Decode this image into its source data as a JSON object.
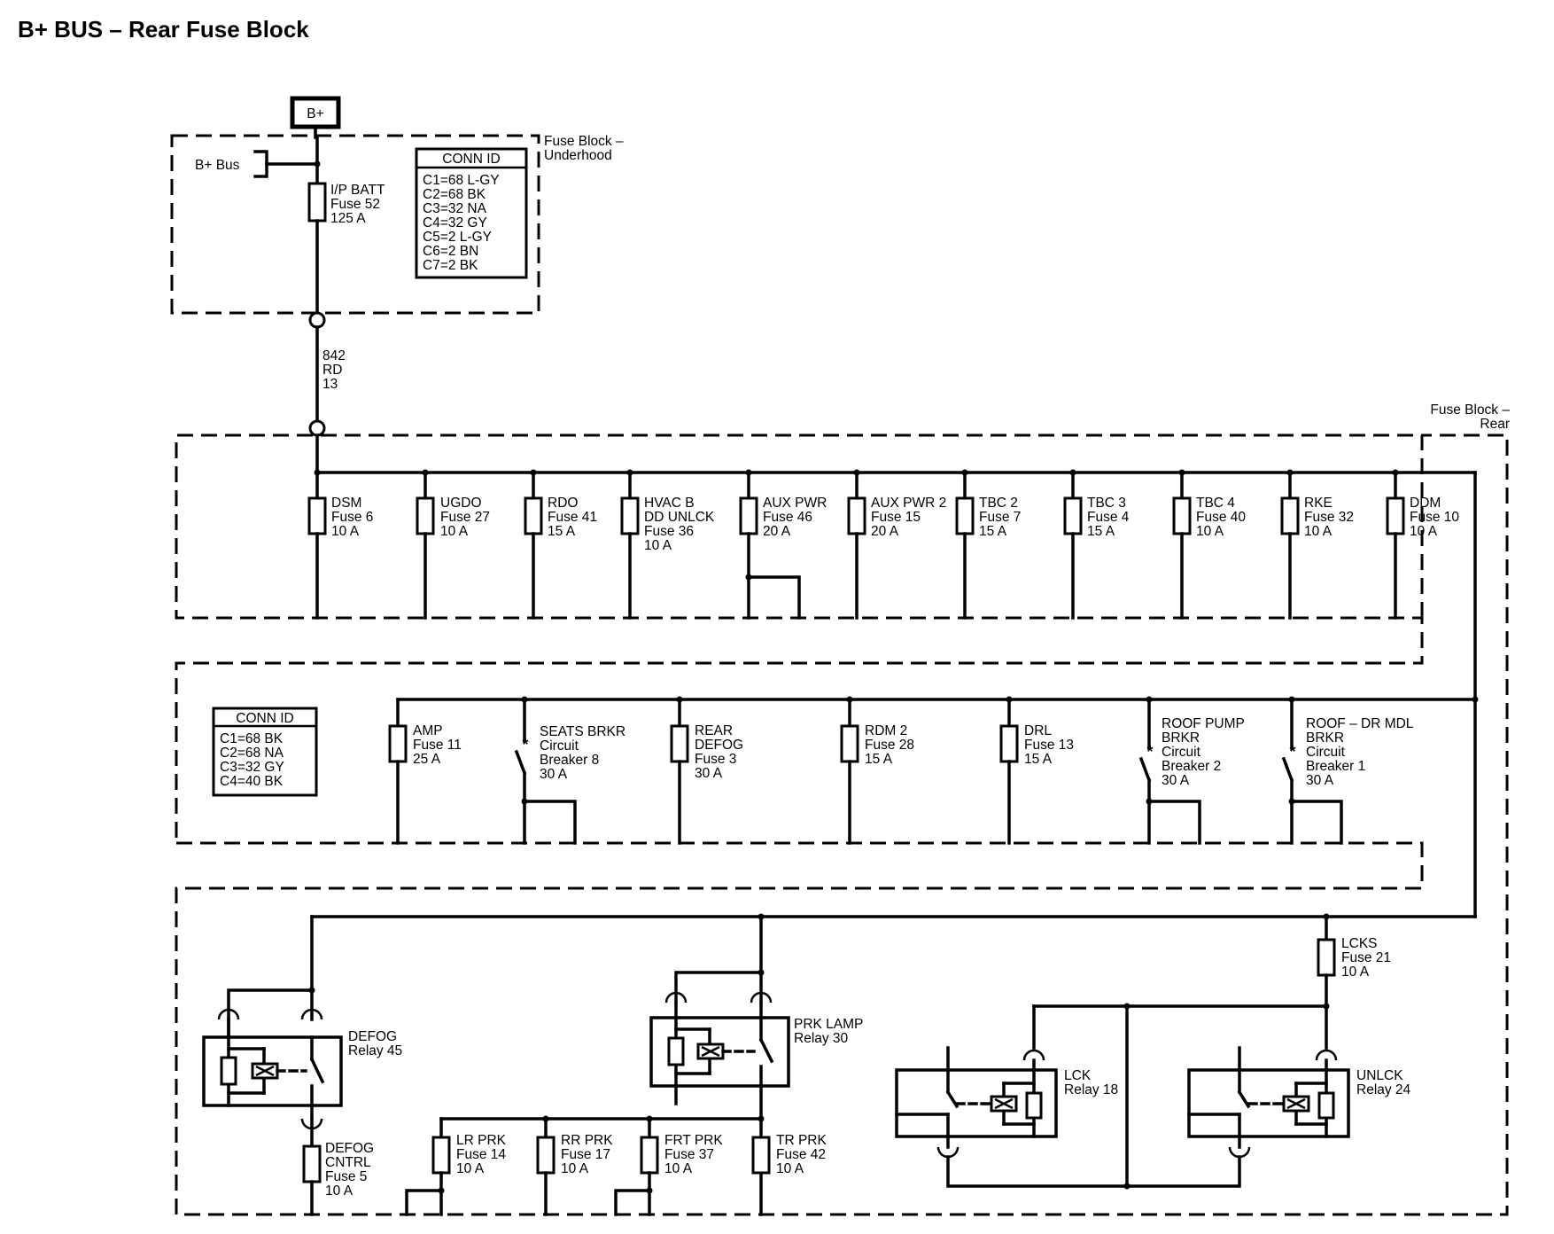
{
  "title": "B+ BUS – Rear Fuse Block",
  "source": {
    "label": "B+"
  },
  "underhood_block": {
    "label_line1": "Fuse Block –",
    "label_line2": "Underhood",
    "bus_label": "B+ Bus",
    "fuse": {
      "lines": [
        "I/P BATT",
        "Fuse 52",
        "125 A"
      ]
    },
    "conn_id": {
      "header": "CONN ID",
      "rows": [
        "C1=68 L-GY",
        "C2=68 BK",
        "C3=32 NA",
        "C4=32 GY",
        "C5=2 L-GY",
        "C6=2 BN",
        "C7=2 BK"
      ]
    }
  },
  "feed_wire": {
    "lines": [
      "842",
      "RD",
      "13"
    ]
  },
  "rear_block": {
    "label_line1": "Fuse Block –",
    "label_line2": "Rear",
    "conn_id": {
      "header": "CONN ID",
      "rows": [
        "C1=68 BK",
        "C2=68 NA",
        "C3=32 GY",
        "C4=40 BK"
      ]
    },
    "row1_fuses": [
      {
        "lines": [
          "DSM",
          "Fuse 6",
          "10 A"
        ]
      },
      {
        "lines": [
          "UGDO",
          "Fuse 27",
          "10 A"
        ]
      },
      {
        "lines": [
          "RDO",
          "Fuse 41",
          "15 A"
        ]
      },
      {
        "lines": [
          "HVAC B",
          "DD UNLCK",
          "Fuse 36",
          "10 A"
        ]
      },
      {
        "lines": [
          "AUX PWR",
          "Fuse 46",
          "20 A"
        ]
      },
      {
        "lines": [
          "AUX PWR 2",
          "Fuse 15",
          "20 A"
        ]
      },
      {
        "lines": [
          "TBC 2",
          "Fuse 7",
          "15 A"
        ]
      },
      {
        "lines": [
          "TBC 3",
          "Fuse 4",
          "15 A"
        ]
      },
      {
        "lines": [
          "TBC 4",
          "Fuse 40",
          "10 A"
        ]
      },
      {
        "lines": [
          "RKE",
          "Fuse 32",
          "10 A"
        ]
      },
      {
        "lines": [
          "DDM",
          "Fuse 10",
          "10 A"
        ]
      }
    ],
    "row2_devices": [
      {
        "kind": "fuse",
        "lines": [
          "AMP",
          "Fuse 11",
          "25 A"
        ]
      },
      {
        "kind": "breaker",
        "lines": [
          "SEATS BRKR",
          "Circuit",
          "Breaker 8",
          "30 A"
        ]
      },
      {
        "kind": "fuse",
        "lines": [
          "REAR",
          "DEFOG",
          "Fuse 3",
          "30 A"
        ]
      },
      {
        "kind": "fuse",
        "lines": [
          "RDM 2",
          "Fuse 28",
          "15 A"
        ]
      },
      {
        "kind": "fuse",
        "lines": [
          "DRL",
          "Fuse 13",
          "15 A"
        ]
      },
      {
        "kind": "breaker",
        "lines": [
          "ROOF PUMP",
          "BRKR",
          "Circuit",
          "Breaker 2",
          "30 A"
        ]
      },
      {
        "kind": "breaker",
        "lines": [
          "ROOF – DR MDL",
          "BRKR",
          "Circuit",
          "Breaker 1",
          "30 A"
        ]
      }
    ],
    "relays": [
      {
        "lines": [
          "DEFOG",
          "Relay 45"
        ]
      },
      {
        "lines": [
          "PRK LAMP",
          "Relay 30"
        ]
      },
      {
        "lines": [
          "LCK",
          "Relay 18"
        ]
      },
      {
        "lines": [
          "UNLCK",
          "Relay 24"
        ]
      }
    ],
    "row3_fuses": [
      {
        "lines": [
          "DEFOG",
          "CNTRL",
          "Fuse 5",
          "10 A"
        ]
      },
      {
        "lines": [
          "LR PRK",
          "Fuse 14",
          "10 A"
        ]
      },
      {
        "lines": [
          "RR PRK",
          "Fuse 17",
          "10 A"
        ]
      },
      {
        "lines": [
          "FRT PRK",
          "Fuse 37",
          "10 A"
        ]
      },
      {
        "lines": [
          "TR PRK",
          "Fuse 42",
          "10 A"
        ]
      },
      {
        "lines": [
          "LCKS",
          "Fuse 21",
          "10 A"
        ]
      }
    ]
  }
}
